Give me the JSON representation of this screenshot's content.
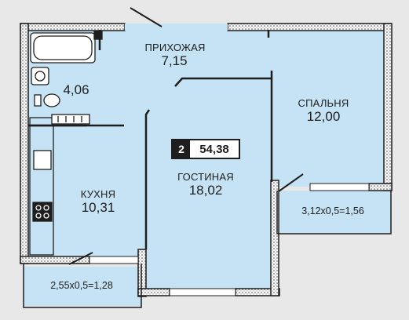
{
  "apartment": {
    "rooms": "2",
    "total_area": "54,38"
  },
  "rooms": {
    "hallway": {
      "name": "ПРИХОЖАЯ",
      "area": "7,15"
    },
    "bathroom": {
      "area": "4,06"
    },
    "bedroom": {
      "name": "СПАЛЬНЯ",
      "area": "12,00"
    },
    "living_room": {
      "name": "ГОСТИНАЯ",
      "area": "18,02"
    },
    "kitchen": {
      "name": "КУХНЯ",
      "area": "10,31"
    }
  },
  "balconies": {
    "left": {
      "label": "2,55x0,5=1,28"
    },
    "right": {
      "label": "3,12x0,5=1,56"
    }
  },
  "colors": {
    "room_fill": "#c5e3f4",
    "wall": "#1e1e1e",
    "background": "#e8e8e8"
  }
}
